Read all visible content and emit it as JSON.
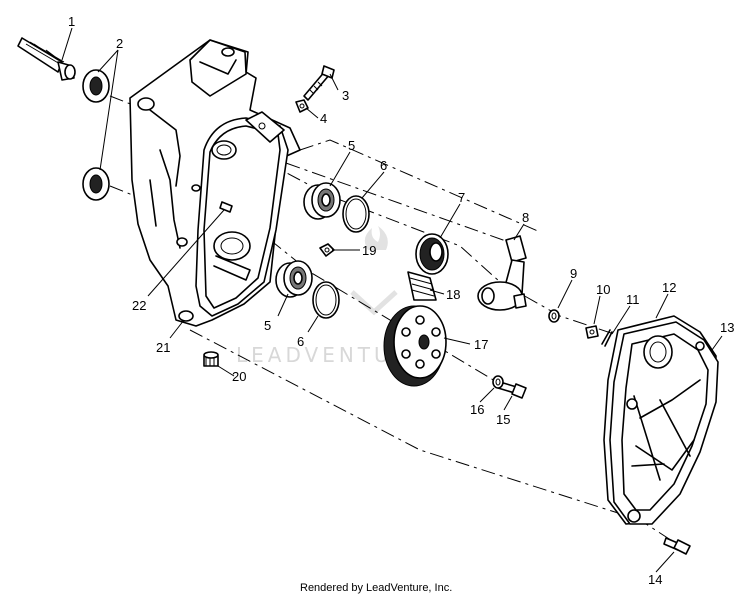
{
  "watermark": "LEADVENTURE",
  "footer": "Rendered by LeadVenture, Inc.",
  "callouts": [
    {
      "id": "c1",
      "label": "1"
    },
    {
      "id": "c2",
      "label": "2"
    },
    {
      "id": "c3",
      "label": "3"
    },
    {
      "id": "c4",
      "label": "4"
    },
    {
      "id": "c5a",
      "label": "5"
    },
    {
      "id": "c5b",
      "label": "5"
    },
    {
      "id": "c6a",
      "label": "6"
    },
    {
      "id": "c6b",
      "label": "6"
    },
    {
      "id": "c7",
      "label": "7"
    },
    {
      "id": "c8",
      "label": "8"
    },
    {
      "id": "c9",
      "label": "9"
    },
    {
      "id": "c10",
      "label": "10"
    },
    {
      "id": "c11",
      "label": "11"
    },
    {
      "id": "c12",
      "label": "12"
    },
    {
      "id": "c13",
      "label": "13"
    },
    {
      "id": "c14",
      "label": "14"
    },
    {
      "id": "c15",
      "label": "15"
    },
    {
      "id": "c16",
      "label": "16"
    },
    {
      "id": "c17",
      "label": "17"
    },
    {
      "id": "c18",
      "label": "18"
    },
    {
      "id": "c19",
      "label": "19"
    },
    {
      "id": "c20",
      "label": "20"
    },
    {
      "id": "c21",
      "label": "21"
    },
    {
      "id": "c22",
      "label": "22"
    }
  ]
}
